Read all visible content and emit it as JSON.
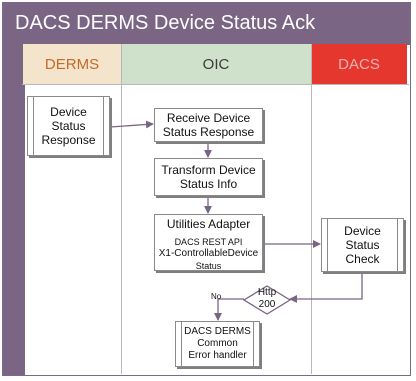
{
  "title": "DACS DERMS Device Status Ack",
  "lanes": {
    "derms": "DERMS",
    "oic": "OIC",
    "dacs": "DACS"
  },
  "nodes": {
    "device_status_response": [
      "Device",
      "Status",
      "Response"
    ],
    "receive_device_status": [
      "Receive Device",
      "Status Response"
    ],
    "transform_device_status": [
      "Transform Device",
      "Status Info"
    ],
    "utilities_adapter": {
      "title": "Utilities Adapter",
      "lines": [
        "DACS REST API",
        "X1-ControllableDevice",
        "Status"
      ]
    },
    "device_status_check": [
      "Device",
      "Status",
      "Check"
    ],
    "http_decision": [
      "Http",
      "200"
    ],
    "error_handler": [
      "DACS DERMS",
      "Common",
      "Error handler"
    ]
  },
  "edges": {
    "no_label": "No"
  },
  "colors": {
    "header": "#7b6584",
    "derms_lane": "#f4e4cc",
    "oic_lane": "#cfe0cb",
    "dacs_lane": "#e6372e",
    "connector": "#7b6584"
  }
}
